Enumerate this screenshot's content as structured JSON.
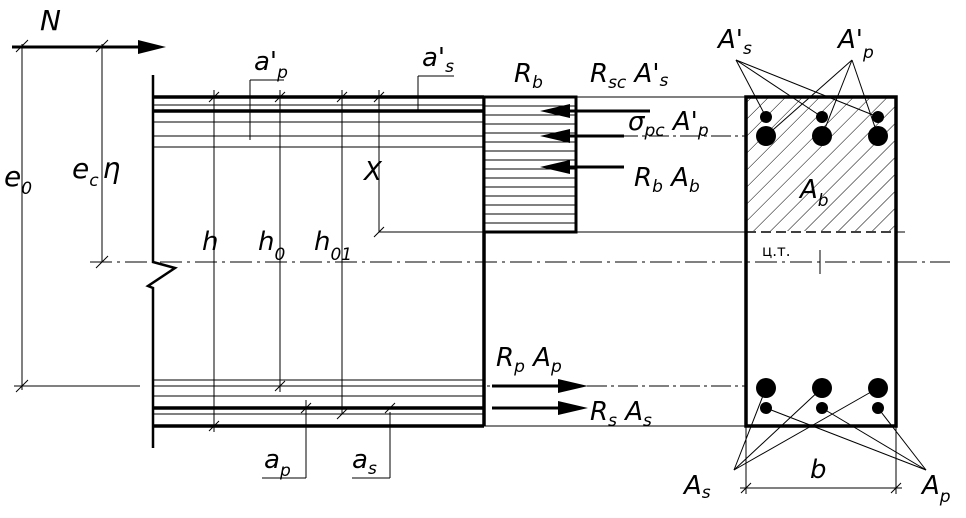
{
  "figure": {
    "force_label": "N",
    "ecc": {
      "main": "e",
      "sub": "0"
    },
    "ecc_eta": {
      "main": "e",
      "sub": "c",
      "tail": "η"
    },
    "prestressed_cover_top": {
      "main": "a'",
      "sub": "p"
    },
    "steel_cover_top": {
      "main": "a'",
      "sub": "s"
    },
    "concrete_resistance": {
      "main": "R",
      "sub": "b"
    },
    "steel_comp_force": {
      "main": "R",
      "sub1": "sc",
      "mid": " A'",
      "sub2": "s"
    },
    "prestress_comp_force": {
      "main": "σ",
      "sub1": "pc",
      "mid": " A'",
      "sub2": "p"
    },
    "concrete_force": {
      "main": "R",
      "sub1": "b",
      "mid": " A",
      "sub2": "b"
    },
    "zone_height": "X",
    "section_height": "h",
    "effective_depth": {
      "main": "h",
      "sub": "0"
    },
    "effective_depth_1": {
      "main": "h",
      "sub": "01"
    },
    "tendon_force": {
      "main": "R",
      "sub1": "p",
      "mid": " A",
      "sub2": "p"
    },
    "steel_tension_force": {
      "main": "R",
      "sub1": "s",
      "mid": " A",
      "sub2": "s"
    },
    "prestressed_cover_bot": {
      "main": "a",
      "sub": "p"
    },
    "steel_cover_bot": {
      "main": "a",
      "sub": "s"
    },
    "top_steel_area": {
      "main": "A'",
      "sub": "s"
    },
    "top_tendon_area": {
      "main": "A'",
      "sub": "p"
    },
    "compression_area": {
      "main": "A",
      "sub": "b"
    },
    "centroid_label": "ц.т.",
    "bottom_steel_area": {
      "main": "A",
      "sub": "s"
    },
    "bottom_tendon_area": {
      "main": "A",
      "sub": "p"
    },
    "width": "b"
  }
}
